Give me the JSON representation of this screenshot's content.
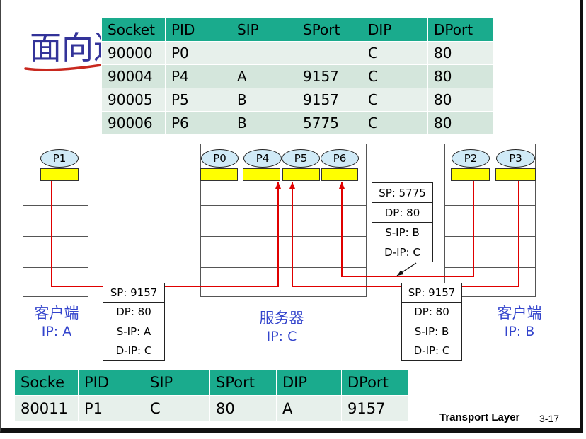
{
  "slide": {
    "title": "面向连",
    "footer_label": "Transport Layer",
    "page_number": "3-17"
  },
  "server_table": {
    "headers": [
      "Socket",
      "PID",
      "SIP",
      "SPort",
      "DIP",
      "DPort"
    ],
    "rows": [
      [
        "90000",
        "P0",
        "",
        "",
        "C",
        "80"
      ],
      [
        "90004",
        "P4",
        "A",
        "9157",
        "C",
        "80"
      ],
      [
        "90005",
        "P5",
        "B",
        "9157",
        "C",
        "80"
      ],
      [
        "90006",
        "P6",
        "B",
        "5775",
        "C",
        "80"
      ]
    ]
  },
  "client_table": {
    "headers": [
      "Socke",
      "PID",
      "SIP",
      "SPort",
      "DIP",
      "DPort"
    ],
    "rows": [
      [
        "80011",
        "P1",
        "C",
        "80",
        "A",
        "9157"
      ]
    ]
  },
  "hosts": {
    "client_a": {
      "label": "客户端",
      "ip": "IP: A",
      "processes": [
        "P1"
      ]
    },
    "server": {
      "label": "服务器",
      "ip": "IP: C",
      "processes": [
        "P0",
        "P4",
        "P5",
        "P6"
      ]
    },
    "client_b": {
      "label": "客户端",
      "ip": "IP: B",
      "processes": [
        "P2",
        "P3"
      ]
    }
  },
  "packets": {
    "from_a": [
      "SP: 9157",
      "DP: 80",
      "S-IP: A",
      "D-IP: C"
    ],
    "from_b_5775": [
      "SP: 5775",
      "DP: 80",
      "S-IP: B",
      "D-IP: C"
    ],
    "from_b_9157": [
      "SP: 9157",
      "DP: 80",
      "S-IP: B",
      "D-IP: C"
    ]
  },
  "colors": {
    "title": "#333399",
    "title_underline": "#c8281e",
    "table_header": "#1aab8d",
    "row_light": "#e7f0eb",
    "row_dark": "#d4e6dc",
    "label_blue": "#3344cc",
    "flow_red": "#e00000",
    "socket_yellow": "#ffff00",
    "process_fill": "#d0eaf7"
  }
}
